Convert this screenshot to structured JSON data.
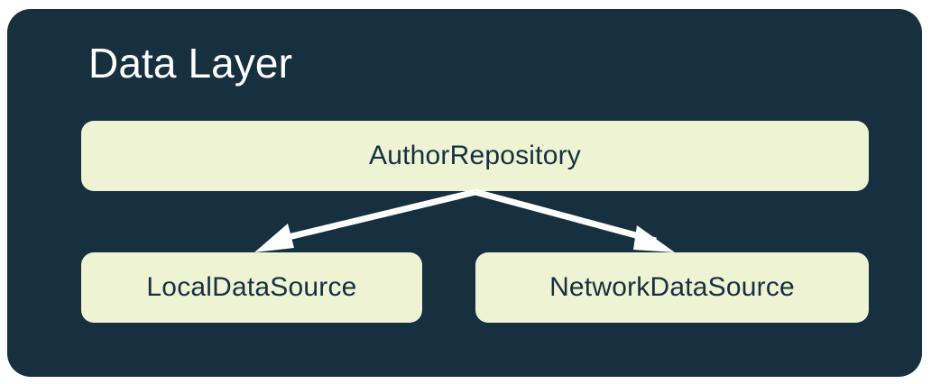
{
  "diagram": {
    "title": "Data Layer",
    "panel_color": "#16303f",
    "node_color": "#eef3d3",
    "node_text_color": "#16303f",
    "title_color": "#ffffff",
    "arrow_color": "#ffffff",
    "page_background": "#ffffff",
    "nodes": [
      {
        "id": "author-repository",
        "label": "AuthorRepository"
      },
      {
        "id": "local-data-source",
        "label": "LocalDataSource"
      },
      {
        "id": "network-data-source",
        "label": "NetworkDataSource"
      }
    ],
    "edges": [
      {
        "from": "AuthorRepository",
        "to": "LocalDataSource",
        "style": "solid-arrow"
      },
      {
        "from": "AuthorRepository",
        "to": "NetworkDataSource",
        "style": "solid-arrow"
      }
    ]
  }
}
